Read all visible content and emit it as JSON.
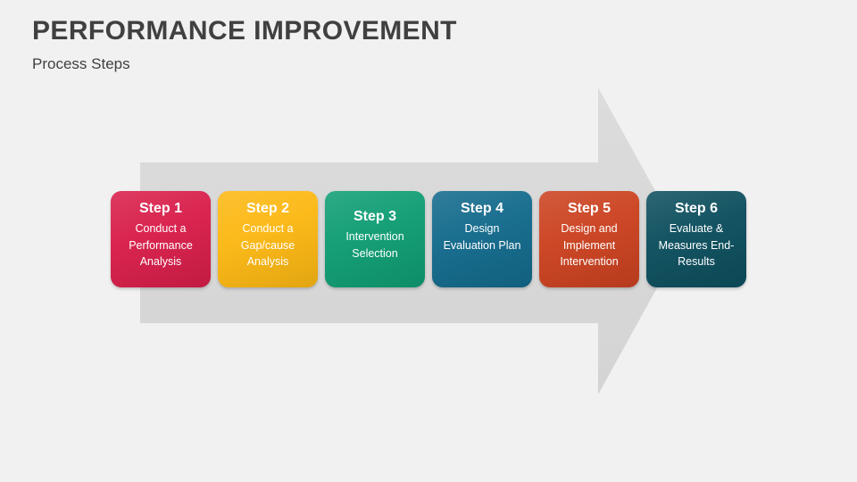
{
  "header": {
    "title": "PERFORMANCE IMPROVEMENT",
    "subtitle": "Process Steps"
  },
  "canvas": {
    "background_color": "#f1f1f1",
    "title_color": "#404040",
    "arrow_color": "#d7d7d7"
  },
  "diagram": {
    "name": "process-arrow-6-steps",
    "arrow_icon": "right-arrow-shape",
    "steps": [
      {
        "title": "Step 1",
        "description": "Conduct a Performance Analysis",
        "color": "#d81e4a"
      },
      {
        "title": "Step 2",
        "description": "Conduct a Gap/cause Analysis",
        "color": "#fcb813"
      },
      {
        "title": "Step 3",
        "description": "Intervention Selection",
        "color": "#0f9d74"
      },
      {
        "title": "Step 4",
        "description": "Design Evaluation Plan",
        "color": "#136a8c"
      },
      {
        "title": "Step 5",
        "description": "Design and Implement Intervention",
        "color": "#cb4220"
      },
      {
        "title": "Step 6",
        "description": "Evaluate & Measures End-Results",
        "color": "#0d4f5e"
      }
    ]
  }
}
